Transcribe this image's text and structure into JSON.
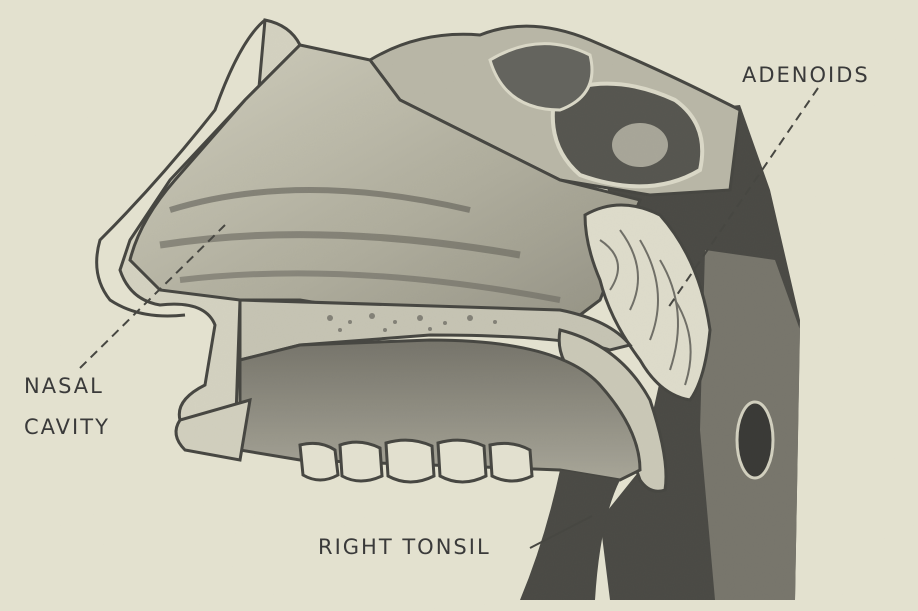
{
  "labels": {
    "adenoids": "ADENOIDS",
    "nasal_line1": "NASAL",
    "nasal_line2": "CAVITY",
    "tonsil": "RIGHT TONSIL"
  },
  "colors": {
    "paper": "#e4e2d0",
    "tissue_light": "#c9c7b6",
    "tissue_mid": "#9c9a8c",
    "tissue_dark": "#4a4a46",
    "ink": "#2e2e2c"
  }
}
